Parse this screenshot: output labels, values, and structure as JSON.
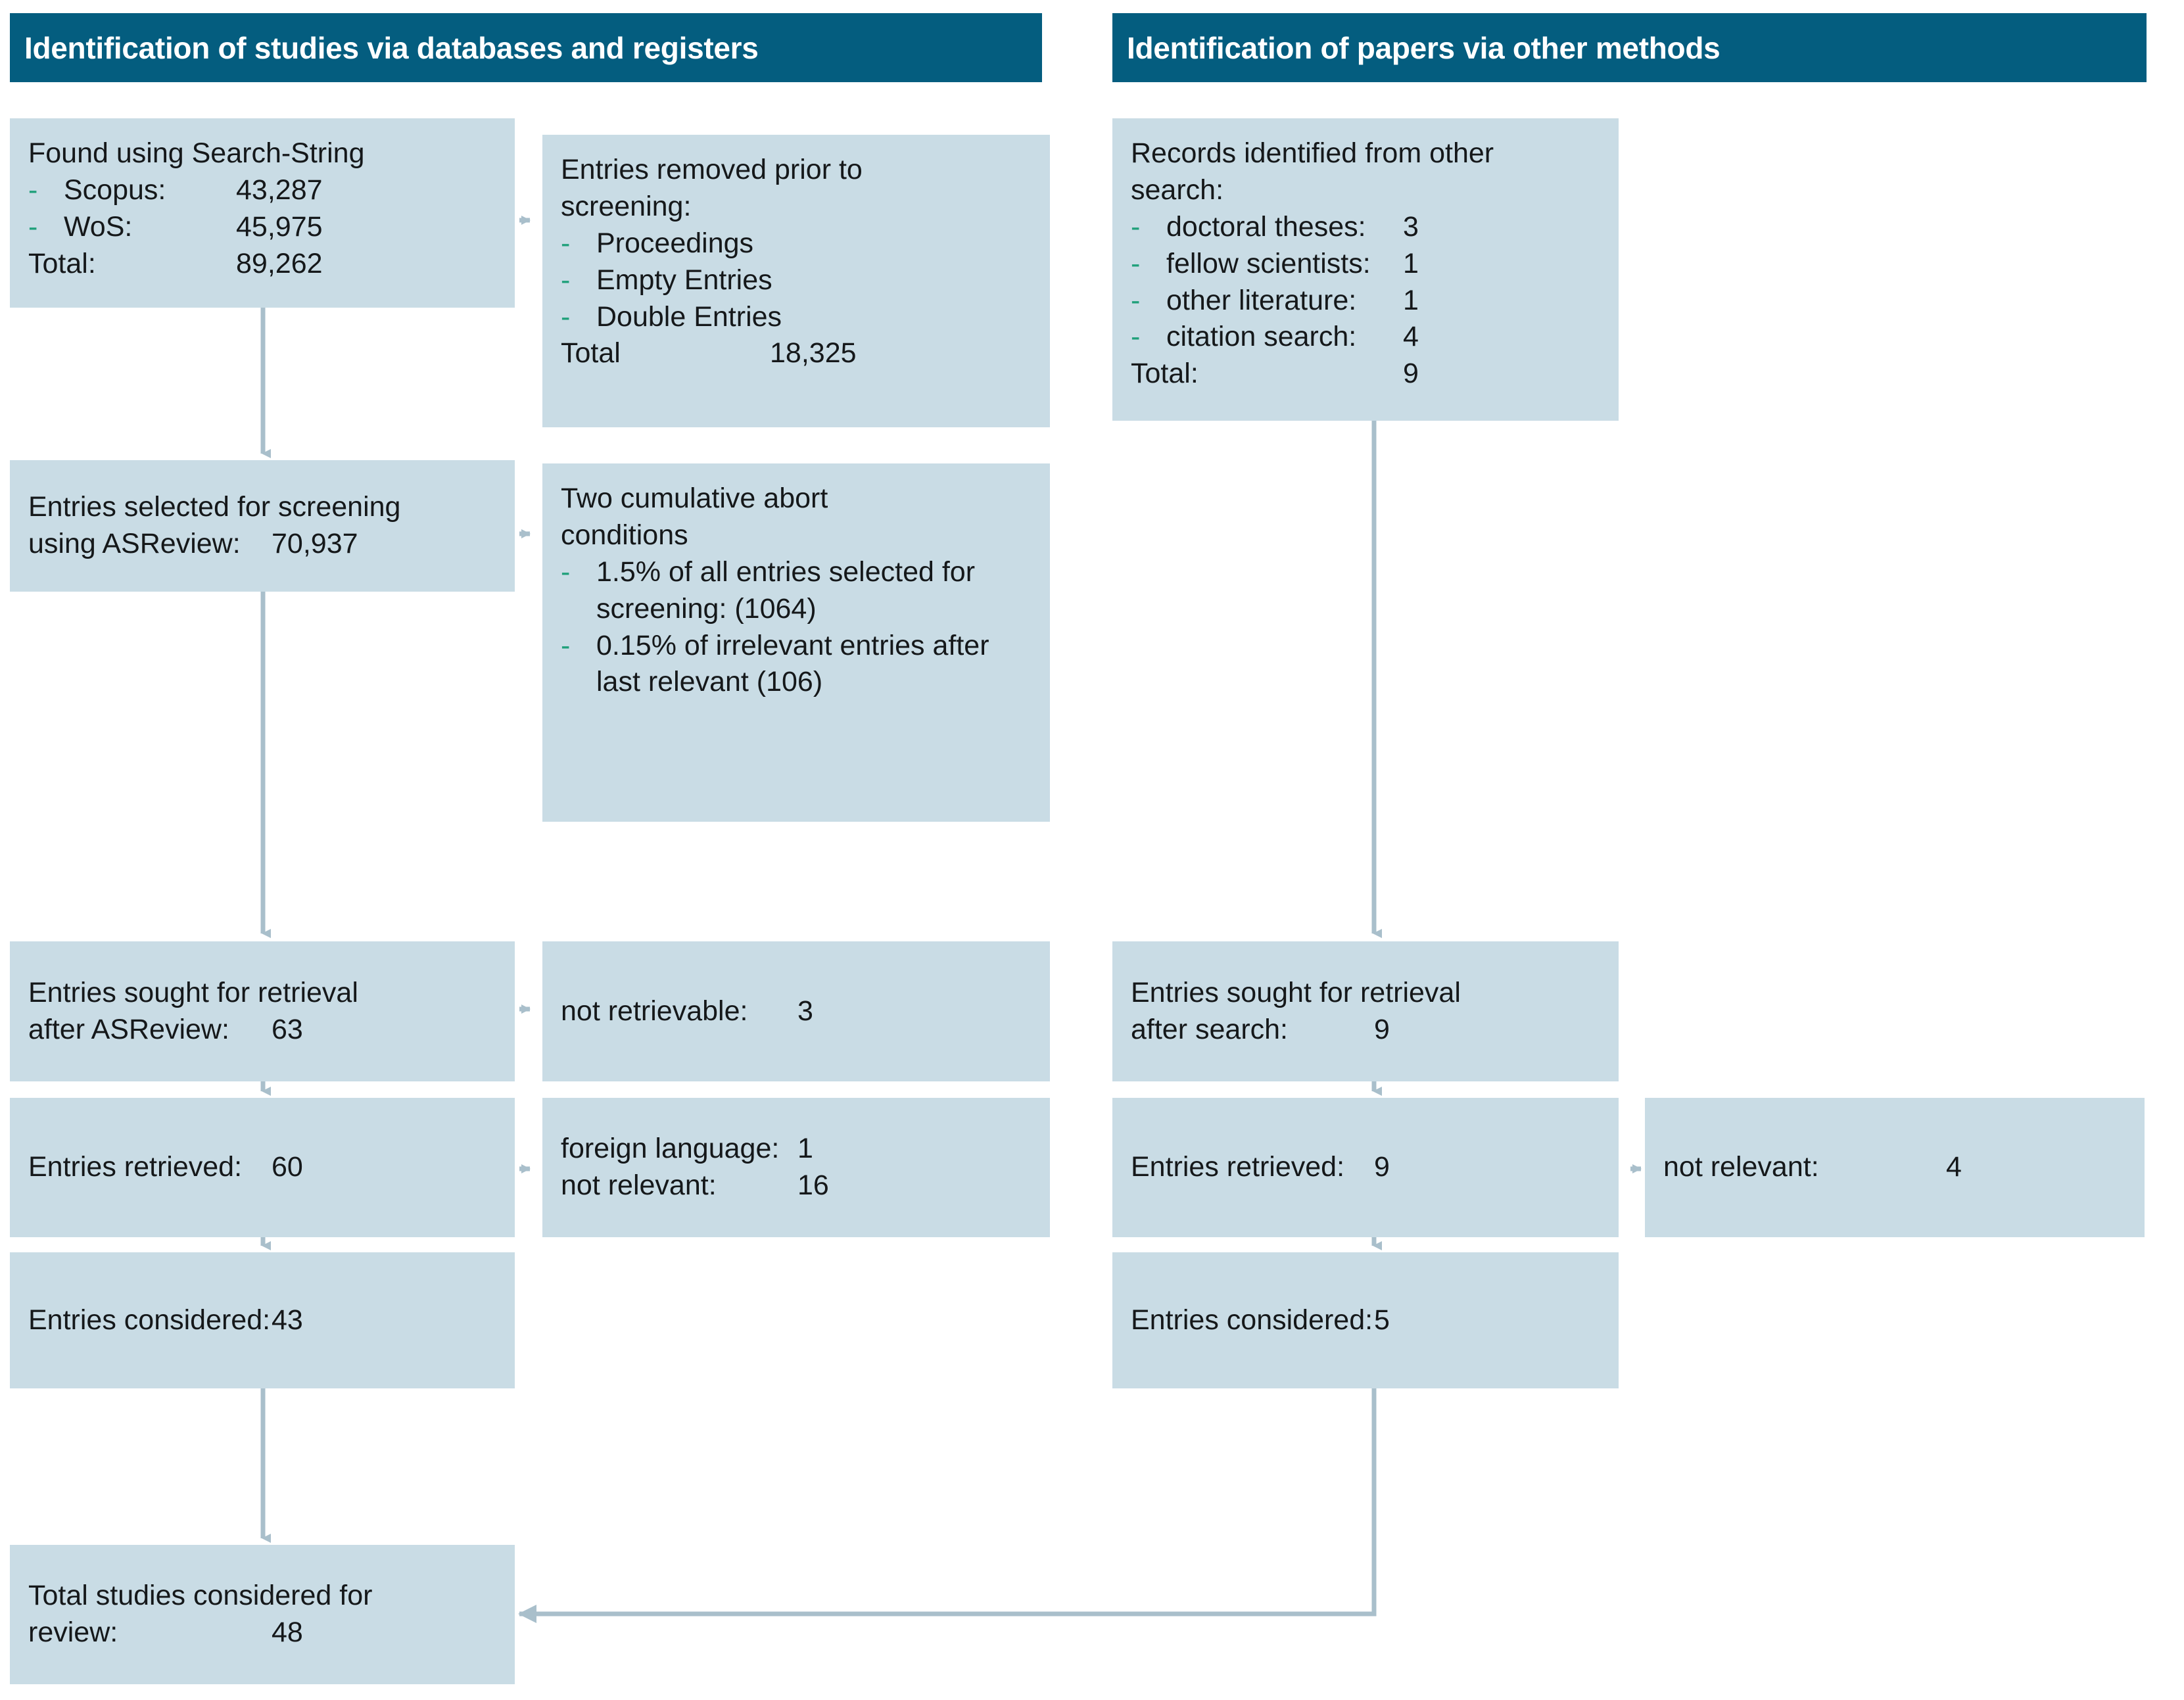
{
  "accents": {
    "header_bg": "#045D7F",
    "box_bg": "#C9DCE5",
    "bullet_green": "#1FA07A",
    "connector": "#A9BFCB",
    "text": "#15181a"
  },
  "headers": {
    "left": "Identification of studies via databases and registers",
    "right": "Identification of papers via other methods"
  },
  "left_column": {
    "found": {
      "title": "Found using Search-String",
      "items": [
        {
          "label": "Scopus:",
          "value": "43,287"
        },
        {
          "label": "WoS:",
          "value": "45,975"
        }
      ],
      "total_label": "Total:",
      "total_value": "89,262"
    },
    "removed": {
      "title_line1": "Entries removed prior to",
      "title_line2": "screening:",
      "items": [
        "Proceedings",
        "Empty Entries",
        "Double Entries"
      ],
      "total_label": "Total",
      "total_value": "18,325"
    },
    "selected": {
      "line1": "Entries selected for screening",
      "label": "using ASReview:",
      "value": "70,937"
    },
    "abort": {
      "title_line1": "Two cumulative abort",
      "title_line2": "conditions",
      "items": [
        "1.5% of all entries selected for screening: (1064)",
        "0.15% of irrelevant entries after last relevant (106)"
      ]
    },
    "sought": {
      "line1": "Entries sought for retrieval",
      "label": "after ASReview:",
      "value": "63"
    },
    "not_retrievable": {
      "label": "not retrievable:",
      "value": "3"
    },
    "retrieved": {
      "label": "Entries retrieved:",
      "value": "60"
    },
    "excluded": [
      {
        "label": "foreign language:",
        "value": "1"
      },
      {
        "label": "not relevant:",
        "value": "16"
      }
    ],
    "considered": {
      "label": "Entries considered:",
      "value": "43"
    }
  },
  "right_column": {
    "records": {
      "title_line1": "Records identified from other",
      "title_line2": "search:",
      "items": [
        {
          "label": "doctoral theses:",
          "value": "3"
        },
        {
          "label": "fellow scientists:",
          "value": "1"
        },
        {
          "label": "other literature:",
          "value": "1"
        },
        {
          "label": "citation search:",
          "value": "4"
        }
      ],
      "total_label": "Total:",
      "total_value": "9"
    },
    "sought": {
      "line1": "Entries sought for retrieval",
      "label": "after search:",
      "value": "9"
    },
    "retrieved": {
      "label": "Entries retrieved:",
      "value": "9"
    },
    "not_relevant": {
      "label": "not relevant:",
      "value": "4"
    },
    "considered": {
      "label": "Entries considered:",
      "value": "5"
    }
  },
  "final": {
    "line1": "Total studies considered for",
    "label": "review:",
    "value": "48"
  }
}
